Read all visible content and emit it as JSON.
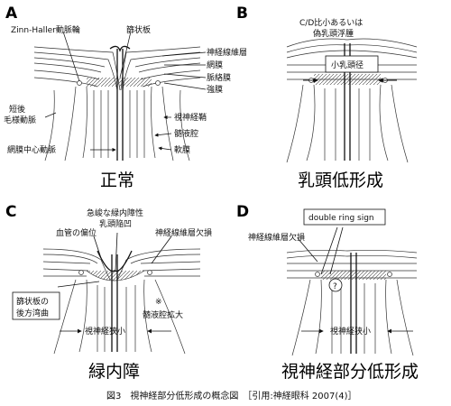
{
  "panels": {
    "A": {
      "letter": "A",
      "caption": "正常",
      "labels": {
        "zinn": "Zinn-Haller動脈輪",
        "lamina": "篩状板",
        "nfl": "神経線維層",
        "retina": "網膜",
        "choroid": "脈絡膜",
        "sclera": "強膜",
        "pca1": "短後",
        "pca2": "毛様動脈",
        "sheath": "視神経鞘",
        "csf": "髄液腔",
        "pia": "軟膜",
        "cra": "網膜中心動脈"
      }
    },
    "B": {
      "letter": "B",
      "caption": "乳頭低形成",
      "labels": {
        "cd1": "C/D比小あるいは",
        "cd2": "偽乳頭浮腫",
        "small_disc": "小乳頭径"
      }
    },
    "C": {
      "letter": "C",
      "caption": "緑内障",
      "labels": {
        "sharp1": "急峻な緑内障性",
        "sharp2": "乳頭陥凹",
        "vessel": "血管の偏位",
        "nfl_loss": "神経線維層欠損",
        "lamina1": "篩状板の",
        "lamina2": "後方湾曲",
        "mark": "※",
        "csf_wide": "髄液腔拡大",
        "narrow": "視神経狭小"
      }
    },
    "D": {
      "letter": "D",
      "caption": "視神経部分低形成",
      "labels": {
        "ring": "double ring sign",
        "nfl_loss": "神経線維層欠損",
        "q": "?",
        "narrow": "視神経狭小"
      }
    }
  },
  "figure_caption": "図3　視神経部分低形成の概念図　［引用:神経眼科 2007(4)］"
}
